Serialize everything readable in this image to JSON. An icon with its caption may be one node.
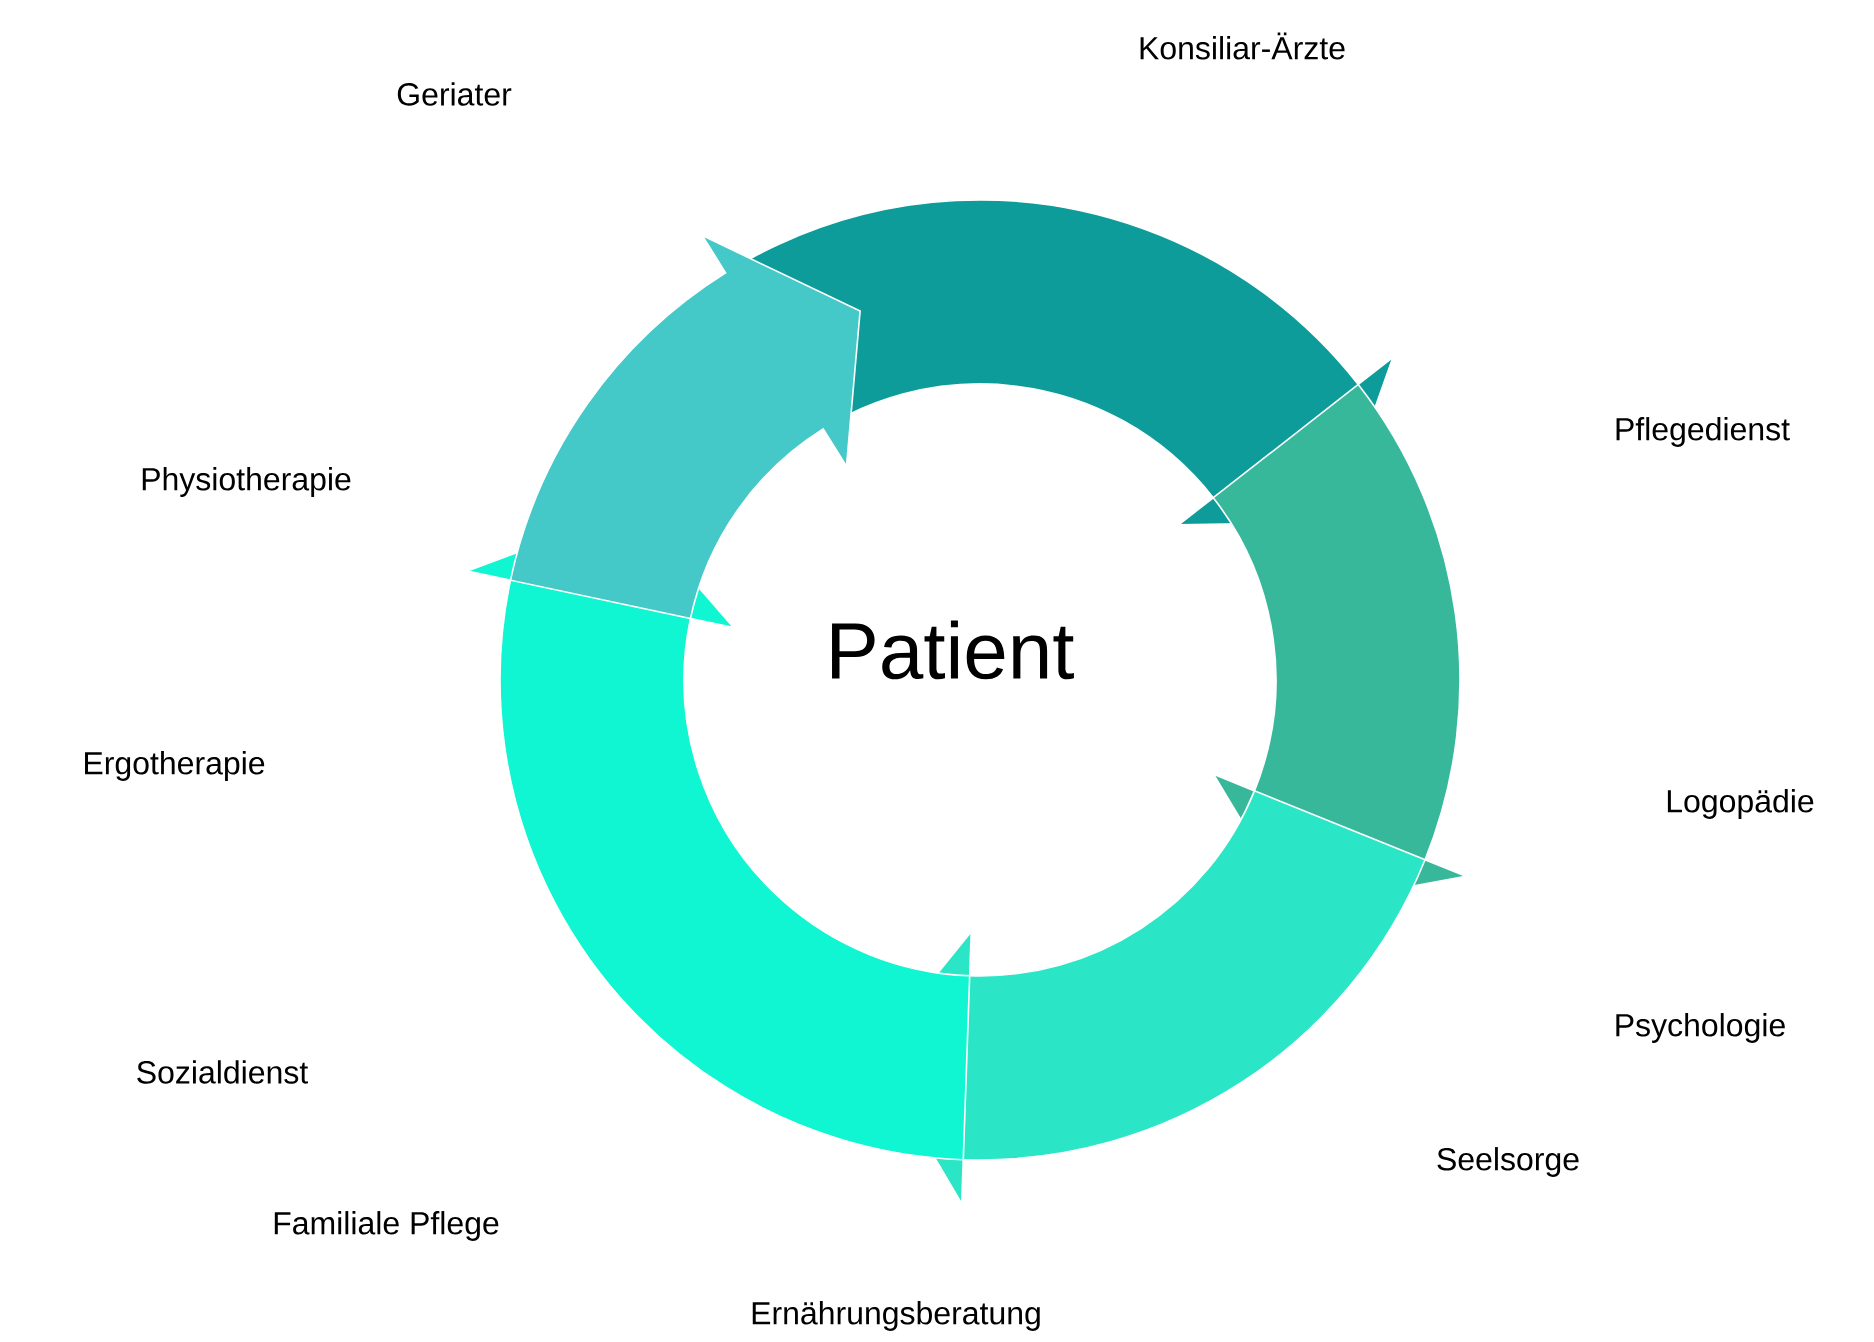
{
  "diagram": {
    "labels": [
      "Konsiliar-Ärzte",
      "Geriater",
      "Pflegedienst",
      "Physiotherapie",
      "Patient",
      "Ergotherapie",
      "Logopädie",
      "Psychologie",
      "Sozialdienst",
      "Seelsorge",
      "Familiale Pflege",
      "Ernährungsberatung"
    ]
  }
}
